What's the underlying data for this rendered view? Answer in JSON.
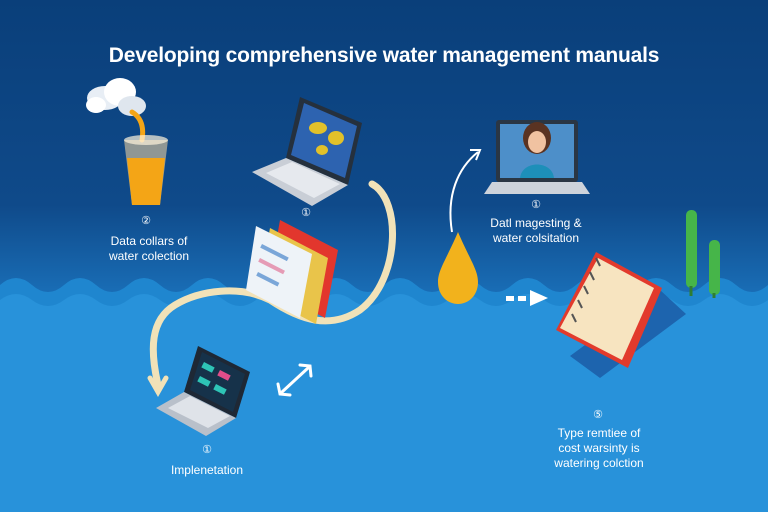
{
  "title": "Developing comprehensive water management manuals",
  "steps": [
    {
      "number": "②",
      "label_lines": [
        "Data collars of",
        "water colection"
      ]
    },
    {
      "number": "①",
      "label_lines": []
    },
    {
      "number": "①",
      "label_lines": [
        "Datl magesting &",
        "water colsitation"
      ]
    },
    {
      "number": "①",
      "label_lines": [
        "Implenetation"
      ]
    },
    {
      "number": "⑤",
      "label_lines": [
        "Type remtiee of",
        "cost warsinty is",
        "watering colction"
      ]
    }
  ],
  "colors": {
    "sky": "#0f4a8a",
    "water": "#2a8fd6",
    "path": "#f1e2b8",
    "drop": "#f2b21c",
    "cup_liquid": "#f4a516",
    "plant": "#46b549"
  }
}
